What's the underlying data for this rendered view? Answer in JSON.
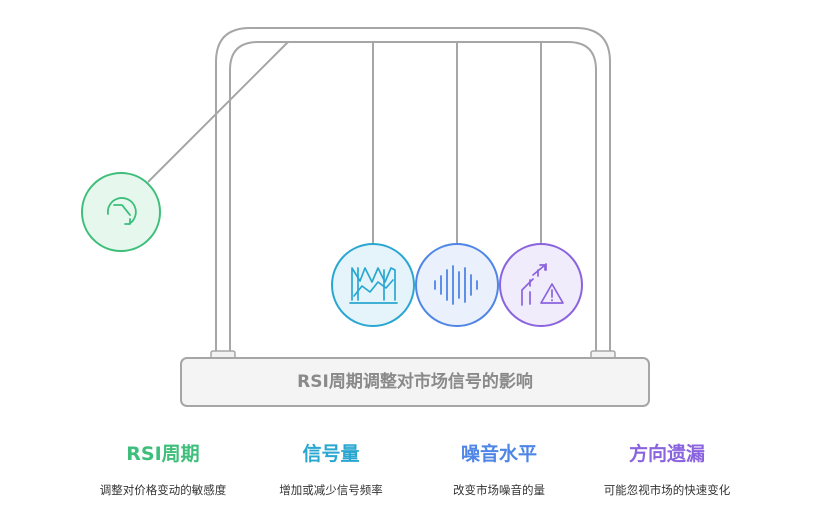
{
  "title": "RSI周期调整对市场信号的影响",
  "items": [
    {
      "title": "RSI周期",
      "desc": "调整对价格变动的敏感度",
      "color": "#3dbe7a",
      "icon": "cycle-arrow-icon"
    },
    {
      "title": "信号量",
      "desc": "增加或减少信号频率",
      "color": "#2aa7d0",
      "icon": "signal-chart-icon"
    },
    {
      "title": "噪音水平",
      "desc": "改变市场噪音的量",
      "color": "#4f86e6",
      "icon": "sound-wave-icon"
    },
    {
      "title": "方向遗漏",
      "desc": "可能忽视市场的快速变化",
      "color": "#8a63de",
      "icon": "warning-direction-icon"
    }
  ]
}
